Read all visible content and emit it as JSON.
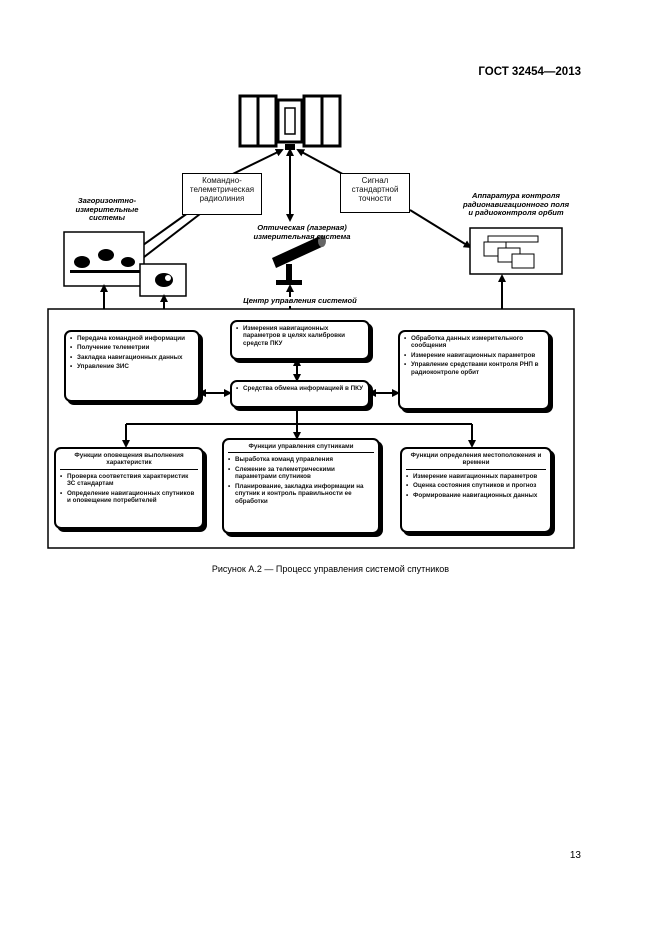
{
  "header": {
    "doc_code": "ГОСТ 32454—2013"
  },
  "diagram": {
    "command_link": "Командно-\nтелеметрическая\nрадиолиния",
    "standard_time": "Сигнал\nстандартной\nточности",
    "measuring_systems": "Загоризонтно-\nизмерительные\nсистемы",
    "optical_system": "Оптическая (лазерная)\nизмерительная система",
    "orbit_monitoring": "Аппаратура контроля\nрадионавигационного поля\nи радиоконтроля орбит",
    "control_center": "Центр управления системой",
    "left_box": [
      "Передача командной информации",
      "Получение телеметрии",
      "Закладка навигационных данных",
      "Управление ЗИС"
    ],
    "center_top_box": [
      "Измерения навигационных параметров в целях калибровки средств ПКУ"
    ],
    "center_mid_box": [
      "Средства обмена информацией в ПКУ"
    ],
    "right_top_box": [
      "Обработка данных измерительного сообщения",
      "Измерение навигационных параметров",
      "Управление средствами контроля РНП в радиоконтроле орбит"
    ],
    "func_left": {
      "title": "Функции оповещения выполнения характеристик",
      "items": [
        "Проверка соответствия характеристик ЗС стандартам",
        "Определение навигационных спутников и оповещение потребителей"
      ]
    },
    "func_center": {
      "title": "Функции управления спутниками",
      "items": [
        "Выработка команд управления",
        "Слежение за телеметрическими параметрами спутников",
        "Планирование, закладка информации на спутник и контроль правильности ее обработки"
      ]
    },
    "func_right": {
      "title": "Функции определения местоположения и времени",
      "items": [
        "Измерение навигационных параметров",
        "Оценка состояния спутников и прогноз",
        "Формирование навигационных данных"
      ]
    }
  },
  "caption": "Рисунок А.2 — Процесс управления системой спутников",
  "page_number": "13"
}
